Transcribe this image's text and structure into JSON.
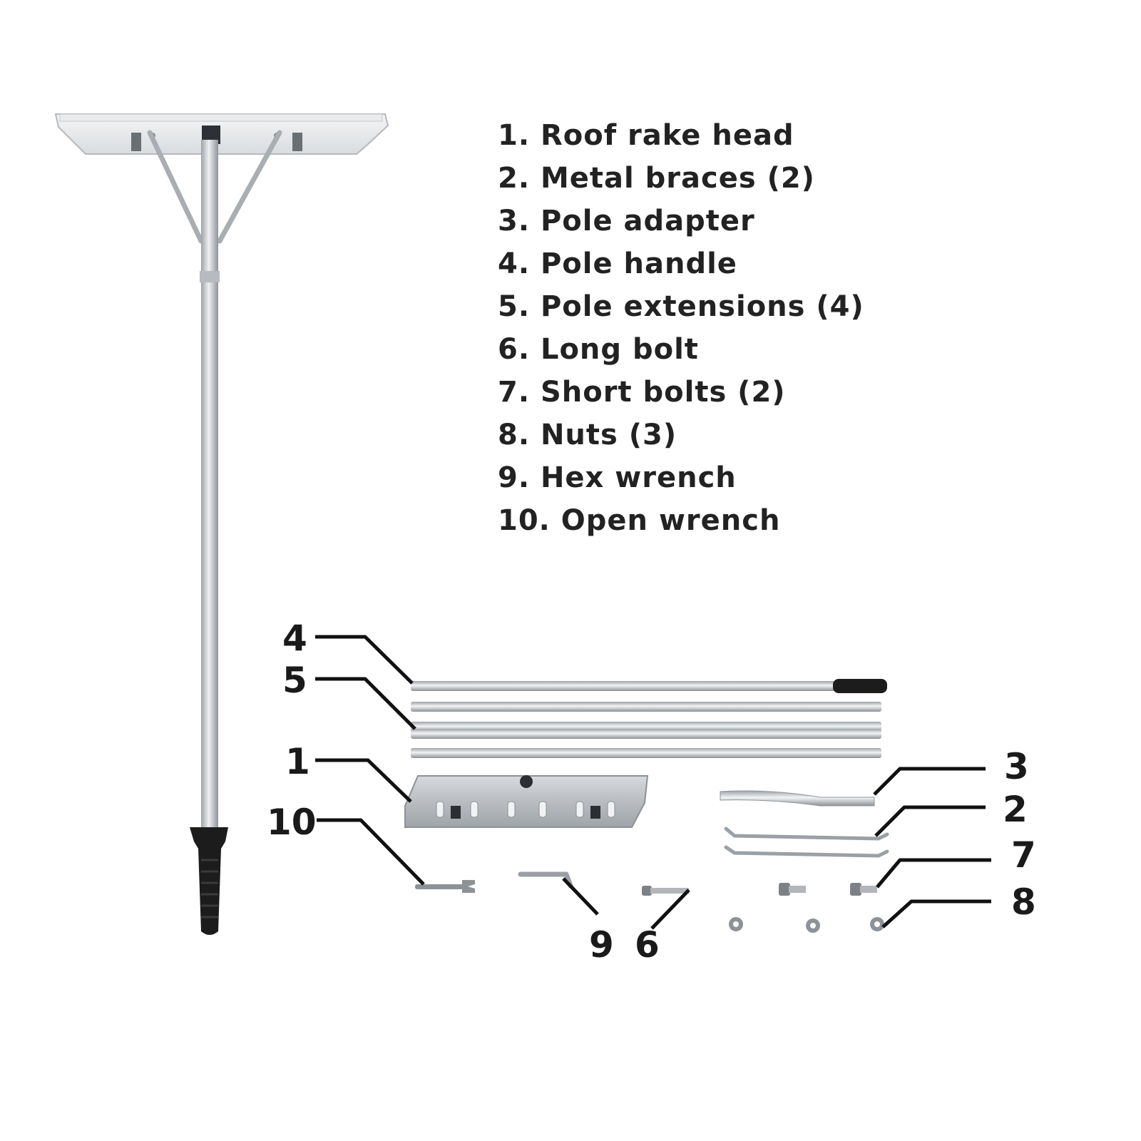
{
  "parts_list": [
    "1. Roof rake head",
    "2. Metal braces (2)",
    "3. Pole adapter",
    "4. Pole handle",
    "5. Pole extensions (4)",
    "6. Long bolt",
    "7. Short bolts (2)",
    "8. Nuts (3)",
    "9. Hex wrench",
    "10. Open wrench"
  ],
  "callouts": {
    "c1": "1",
    "c2": "2",
    "c3": "3",
    "c4": "4",
    "c5": "5",
    "c6": "6",
    "c7": "7",
    "c8": "8",
    "c9": "9",
    "c10": "10"
  },
  "colors": {
    "aluminum": "#c8ccd0",
    "grip": "#1a1a1a",
    "text": "#222222",
    "leader": "#111111"
  }
}
